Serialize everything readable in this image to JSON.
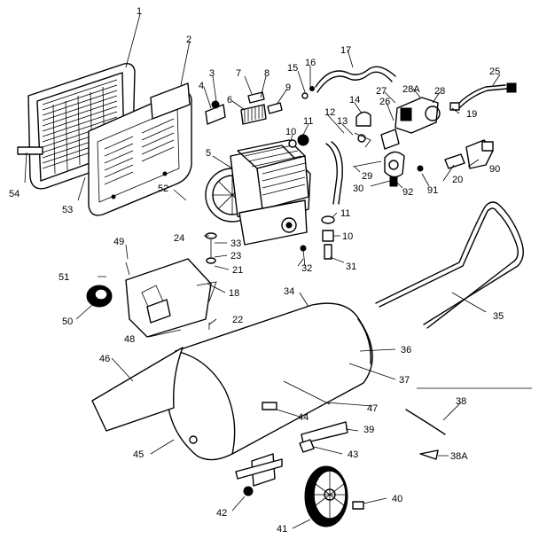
{
  "callouts": [
    {
      "label": "1"
    },
    {
      "label": "2"
    },
    {
      "label": "3"
    },
    {
      "label": "4"
    },
    {
      "label": "5"
    },
    {
      "label": "6"
    },
    {
      "label": "7"
    },
    {
      "label": "8"
    },
    {
      "label": "9"
    },
    {
      "label": "10"
    },
    {
      "label": "11"
    },
    {
      "label": "12"
    },
    {
      "label": "13"
    },
    {
      "label": "14"
    },
    {
      "label": "15"
    },
    {
      "label": "16"
    },
    {
      "label": "17"
    },
    {
      "label": "25"
    },
    {
      "label": "27"
    },
    {
      "label": "28A"
    },
    {
      "label": "28"
    },
    {
      "label": "26"
    },
    {
      "label": "19"
    },
    {
      "label": "54"
    },
    {
      "label": "53"
    },
    {
      "label": "52"
    },
    {
      "label": "29"
    },
    {
      "label": "30"
    },
    {
      "label": "92"
    },
    {
      "label": "91"
    },
    {
      "label": "20"
    },
    {
      "label": "90"
    },
    {
      "label": "11"
    },
    {
      "label": "10"
    },
    {
      "label": "31"
    },
    {
      "label": "49"
    },
    {
      "label": "24"
    },
    {
      "label": "33"
    },
    {
      "label": "23"
    },
    {
      "label": "32"
    },
    {
      "label": "21"
    },
    {
      "label": "51"
    },
    {
      "label": "18"
    },
    {
      "label": "34"
    },
    {
      "label": "50"
    },
    {
      "label": "22"
    },
    {
      "label": "35"
    },
    {
      "label": "48"
    },
    {
      "label": "36"
    },
    {
      "label": "46"
    },
    {
      "label": "37"
    },
    {
      "label": "38"
    },
    {
      "label": "47"
    },
    {
      "label": "44"
    },
    {
      "label": "39"
    },
    {
      "label": "45"
    },
    {
      "label": "43"
    },
    {
      "label": "38A"
    },
    {
      "label": "40"
    },
    {
      "label": "42"
    },
    {
      "label": "41"
    }
  ]
}
